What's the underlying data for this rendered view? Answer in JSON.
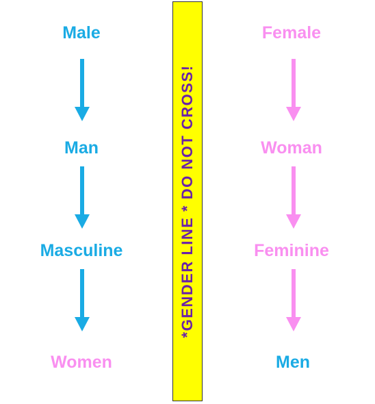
{
  "colors": {
    "blue": "#1aabe4",
    "pink": "#f98ff0",
    "divider_fill": "#ffff00",
    "divider_text": "#6a22a8"
  },
  "left_column": {
    "items": [
      {
        "label": "Male",
        "color": "#1aabe4"
      },
      {
        "label": "Man",
        "color": "#1aabe4"
      },
      {
        "label": "Masculine",
        "color": "#1aabe4"
      },
      {
        "label": "Women",
        "color": "#f98ff0"
      }
    ],
    "arrow_color": "#1aabe4"
  },
  "right_column": {
    "items": [
      {
        "label": "Female",
        "color": "#f98ff0"
      },
      {
        "label": "Woman",
        "color": "#f98ff0"
      },
      {
        "label": "Feminine",
        "color": "#f98ff0"
      },
      {
        "label": "Men",
        "color": "#1aabe4"
      }
    ],
    "arrow_color": "#f98ff0"
  },
  "divider": {
    "text": "*GENDER LINE * DO NOT CROSS!"
  }
}
